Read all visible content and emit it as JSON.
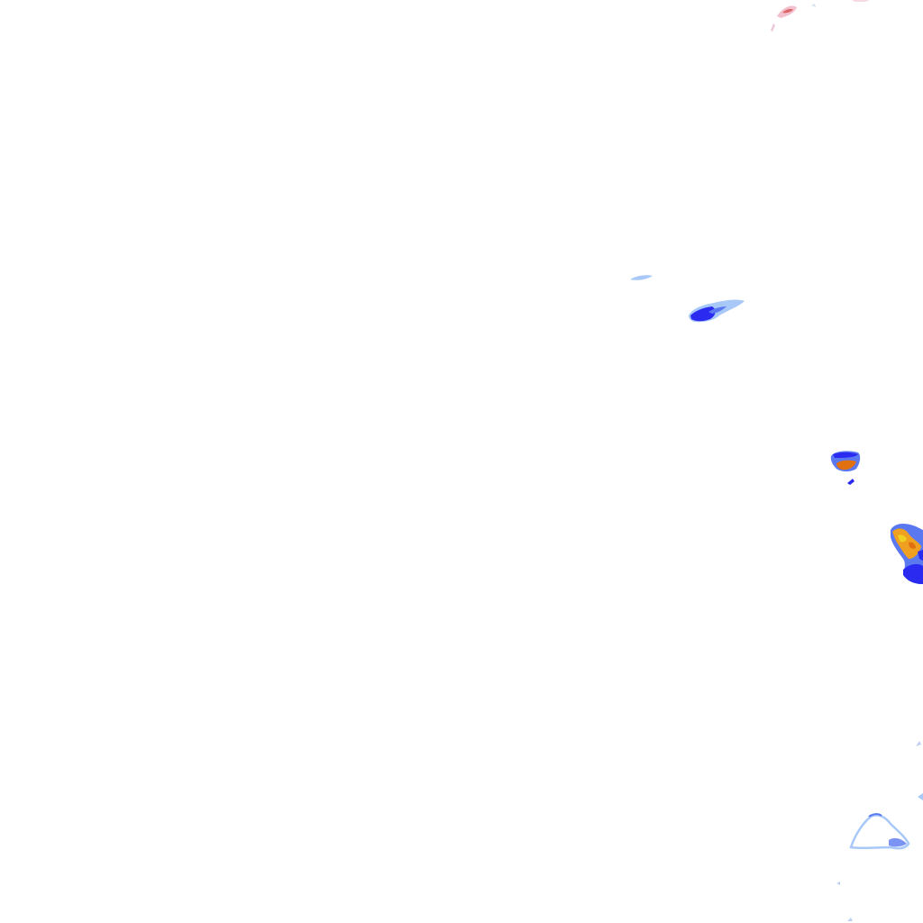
{
  "map": {
    "kind": "precipitation-radar-overlay",
    "background_color": "#ffffff",
    "palette": {
      "light": "#a8c8f8",
      "medium": "#5a78f0",
      "heavy": "#2a2af0",
      "intense": "#f0a020",
      "severe": "#e07010",
      "extreme": "#d04040"
    },
    "echoes": [
      {
        "name": "echo-top-right-trace",
        "intensity": "extreme"
      },
      {
        "name": "echo-small-streak",
        "intensity": "light"
      },
      {
        "name": "echo-center-right-cell",
        "intensity": "heavy"
      },
      {
        "name": "echo-right-small-cell",
        "intensity": "intense"
      },
      {
        "name": "echo-right-edge-cell",
        "intensity": "severe"
      },
      {
        "name": "echo-bottom-right-outline",
        "intensity": "medium"
      }
    ]
  }
}
